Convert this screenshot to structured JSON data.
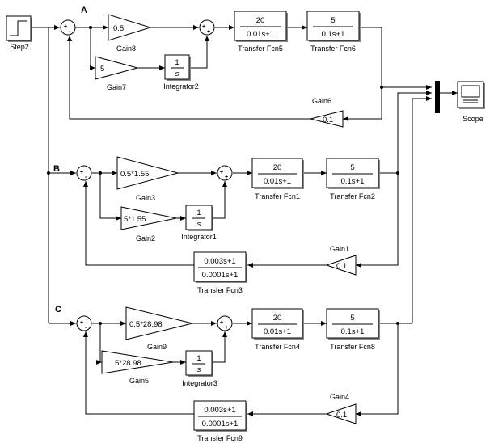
{
  "blocks": {
    "step": "Step2",
    "scope": "Scope",
    "sections": {
      "a": "A",
      "b": "B",
      "c": "C"
    },
    "gain6": {
      "label": "Gain6",
      "value": "0.1"
    },
    "gain7": {
      "label": "Gain7",
      "value": "5"
    },
    "gain8": {
      "label": "Gain8",
      "value": "0.5"
    },
    "integrator2": {
      "label": "Integrator2",
      "num": "1",
      "den": "s"
    },
    "tf5": {
      "label": "Transfer Fcn5",
      "num": "20",
      "den": "0.01s+1"
    },
    "tf6": {
      "label": "Transfer Fcn6",
      "num": "5",
      "den": "0.1s+1"
    },
    "gain3": {
      "label": "Gain3",
      "value": "0.5*1.55"
    },
    "gain2": {
      "label": "Gain2",
      "value": "5*1.55"
    },
    "integrator1": {
      "label": "Integrator1",
      "num": "1",
      "den": "s"
    },
    "tf1": {
      "label": "Transfer Fcn1",
      "num": "20",
      "den": "0.01s+1"
    },
    "tf2": {
      "label": "Transfer Fcn2",
      "num": "5",
      "den": "0.1s+1"
    },
    "gain1": {
      "label": "Gain1",
      "value": "0.1"
    },
    "tf3": {
      "label": "Transfer Fcn3",
      "num": "0.003s+1",
      "den": "0.0001s+1"
    },
    "gain9": {
      "label": "Gain9",
      "value": "0.5*28.98"
    },
    "gain5": {
      "label": "Gain5",
      "value": "5*28.98"
    },
    "integrator3": {
      "label": "Integrator3",
      "num": "1",
      "den": "s"
    },
    "tf4": {
      "label": "Transfer Fcn4",
      "num": "20",
      "den": "0.01s+1"
    },
    "tf8": {
      "label": "Transfer Fcn8",
      "num": "5",
      "den": "0.1s+1"
    },
    "gain4": {
      "label": "Gain4",
      "value": "0.1"
    },
    "tf9": {
      "label": "Transfer Fcn9",
      "num": "0.003s+1",
      "den": "0.0001s+1"
    }
  },
  "signs": {
    "plus": "+",
    "minus": "-"
  }
}
